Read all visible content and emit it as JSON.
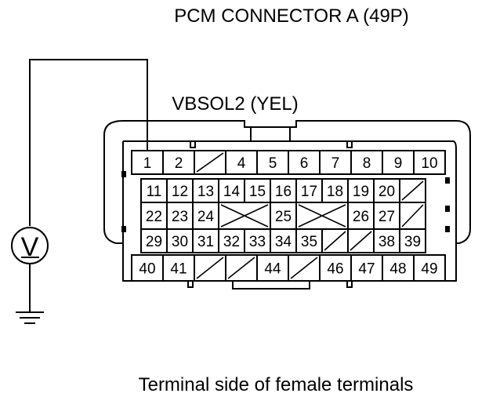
{
  "title": "PCM CONNECTOR A (49P)",
  "wire_label": "VBSOL2 (YEL)",
  "caption": "Terminal side of female terminals",
  "meter_symbol": "V",
  "rows": [
    [
      {
        "label": "1"
      },
      {
        "label": "2"
      },
      {
        "blank": "slash"
      },
      {
        "label": "4"
      },
      {
        "label": "5"
      },
      {
        "label": "6"
      },
      {
        "label": "7"
      },
      {
        "label": "8"
      },
      {
        "label": "9"
      },
      {
        "label": "10"
      }
    ],
    [
      {
        "label": "11"
      },
      {
        "label": "12"
      },
      {
        "label": "13"
      },
      {
        "label": "14"
      },
      {
        "label": "15"
      },
      {
        "label": "16"
      },
      {
        "label": "17"
      },
      {
        "label": "18"
      },
      {
        "label": "19"
      },
      {
        "label": "20"
      },
      {
        "blank": "slash"
      }
    ],
    [
      {
        "label": "22"
      },
      {
        "label": "23"
      },
      {
        "label": "24"
      },
      {
        "blank": "x2"
      },
      {
        "label": "25"
      },
      {
        "blank": "x2"
      },
      {
        "label": "26"
      },
      {
        "label": "27"
      },
      {
        "blank": "slash"
      }
    ],
    [
      {
        "label": "29"
      },
      {
        "label": "30"
      },
      {
        "label": "31"
      },
      {
        "label": "32"
      },
      {
        "label": "33"
      },
      {
        "label": "34"
      },
      {
        "label": "35"
      },
      {
        "blank": "slash"
      },
      {
        "blank": "slash"
      },
      {
        "label": "38"
      },
      {
        "label": "39"
      }
    ],
    [
      {
        "label": "40"
      },
      {
        "label": "41"
      },
      {
        "blank": "slash"
      },
      {
        "blank": "slash"
      },
      {
        "label": "44"
      },
      {
        "blank": "slash"
      },
      {
        "label": "46"
      },
      {
        "label": "47"
      },
      {
        "label": "48"
      },
      {
        "label": "49"
      }
    ]
  ]
}
